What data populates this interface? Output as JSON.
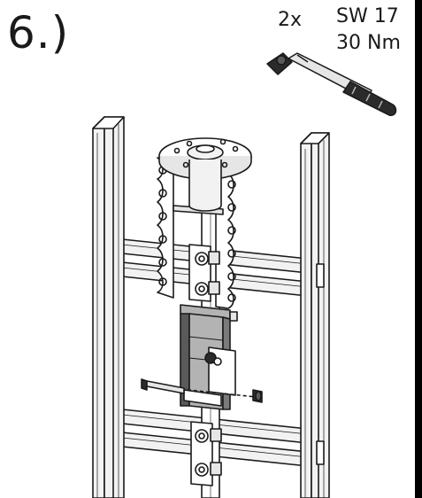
{
  "step": {
    "label": "6.)"
  },
  "tool": {
    "quantity": "2x",
    "wrench_size": "SW 17",
    "torque": "30 Nm",
    "icon": "torque-wrench-icon"
  },
  "colors": {
    "line": "#1a1a1a",
    "fill_light": "#f2f2f2",
    "fill_mid": "#b3b3b3",
    "fill_dark": "#5a5a5a",
    "tool_dark": "#2b2b2b"
  }
}
